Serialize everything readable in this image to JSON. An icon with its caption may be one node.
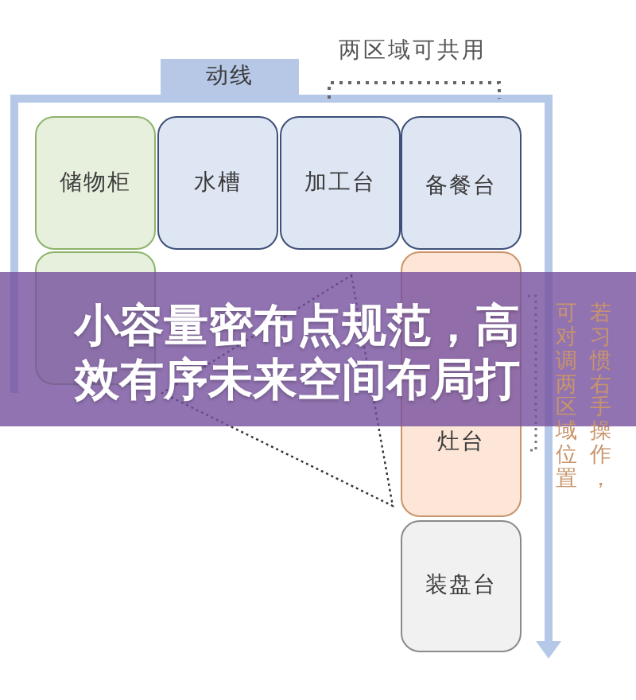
{
  "diagram": {
    "title": "小容量密布点规范，高效有序未来空间布局打",
    "nodes": [
      {
        "text": [
          "动线"
        ]
      },
      {
        "text": [
          "储物柜"
        ]
      },
      {
        "text": [
          "水槽"
        ]
      },
      {
        "text": [
          "加工台"
        ]
      },
      {
        "text": [
          "备餐台"
        ]
      },
      {
        "text": [],
        "shape": "box"
      },
      {
        "text": [
          "灶台"
        ]
      },
      {
        "text": [],
        "shape": "triangle"
      },
      {
        "text": [
          "装盘台"
        ]
      }
    ],
    "labels": [
      "两区域可共用",
      "若习惯右手操作，可对调两区域位置"
    ]
  }
}
